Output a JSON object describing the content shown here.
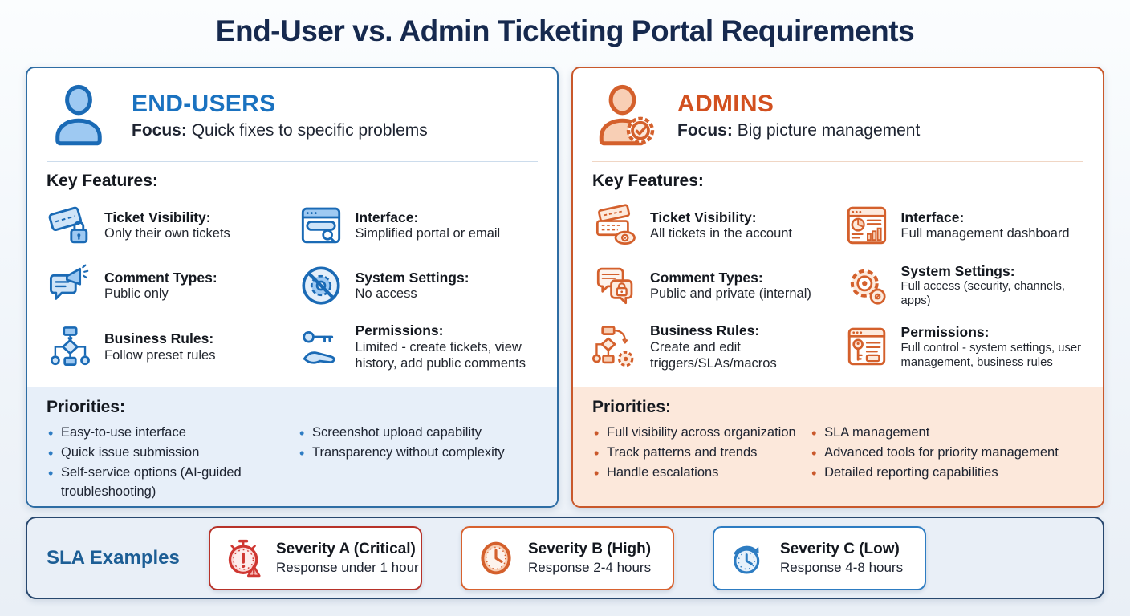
{
  "page": {
    "title": "End-User vs. Admin Ticketing Portal Requirements"
  },
  "colors": {
    "title_navy": "#16294e",
    "end_user_accent": "#1a72c0",
    "end_user_border": "#2e6da4",
    "end_user_priorities_bg": "#e7eff9",
    "admin_accent": "#d2501f",
    "admin_border": "#c9582b",
    "admin_priorities_bg": "#fce8db",
    "severity_a_red": "#b73229",
    "severity_b_orange": "#d8622f",
    "severity_c_blue": "#2d7cc2"
  },
  "cards": [
    {
      "icon": "person-icon",
      "title": "END-USERS",
      "focus_label": "Focus:",
      "focus_text": "Quick fixes to specific problems",
      "features_heading": "Key Features:",
      "features": [
        {
          "icon": "ticket-lock-icon",
          "label": "Ticket Visibility:",
          "desc": "Only their own tickets"
        },
        {
          "icon": "browser-search-icon",
          "label": "Interface:",
          "desc": "Simplified portal or email"
        },
        {
          "icon": "megaphone-chat-icon",
          "label": "Comment Types:",
          "desc": "Public only"
        },
        {
          "icon": "gear-blocked-icon",
          "label": "System Settings:",
          "desc": "No access"
        },
        {
          "icon": "flowchart-icon",
          "label": "Business Rules:",
          "desc": "Follow preset rules"
        },
        {
          "icon": "key-hand-icon",
          "label": "Permissions:",
          "desc": "Limited - create tickets, view history, add public comments"
        }
      ],
      "priorities_heading": "Priorities:",
      "priorities_col1": [
        "Easy-to-use interface",
        "Quick issue submission",
        "Self-service options (AI-guided troubleshooting)"
      ],
      "priorities_col2": [
        "Screenshot upload capability",
        "Transparency without complexity"
      ]
    },
    {
      "icon": "person-gear-icon",
      "title": "ADMINS",
      "focus_label": "Focus:",
      "focus_text": "Big picture management",
      "features_heading": "Key Features:",
      "features": [
        {
          "icon": "tickets-eye-icon",
          "label": "Ticket Visibility:",
          "desc": "All tickets in the account"
        },
        {
          "icon": "dashboard-icon",
          "label": "Interface:",
          "desc": "Full management dashboard"
        },
        {
          "icon": "chat-lock-icon",
          "label": "Comment Types:",
          "desc": "Public and private (internal)"
        },
        {
          "icon": "gear-badge-icon",
          "label": "System Settings:",
          "desc": "Full access (security, channels, apps)"
        },
        {
          "icon": "flowchart-gear-icon",
          "label": "Business Rules:",
          "desc": "Create and edit triggers/SLAs/macros"
        },
        {
          "icon": "window-key-icon",
          "label": "Permissions:",
          "desc": "Full control - system settings, user management, business rules"
        }
      ],
      "priorities_heading": "Priorities:",
      "priorities_col1": [
        "Full visibility across organization",
        "Track patterns and trends",
        "Handle escalations"
      ],
      "priorities_col2": [
        "SLA management",
        "Advanced tools for priority management",
        "Detailed reporting capabilities"
      ]
    }
  ],
  "sla": {
    "heading": "SLA Examples",
    "items": [
      {
        "icon": "stopwatch-alert-icon",
        "label": "Severity A (Critical)",
        "desc": "Response under 1 hour"
      },
      {
        "icon": "clock-icon",
        "label": "Severity B (High)",
        "desc": "Response 2-4 hours"
      },
      {
        "icon": "clock-refresh-icon",
        "label": "Severity C (Low)",
        "desc": "Response 4-8 hours"
      }
    ]
  }
}
